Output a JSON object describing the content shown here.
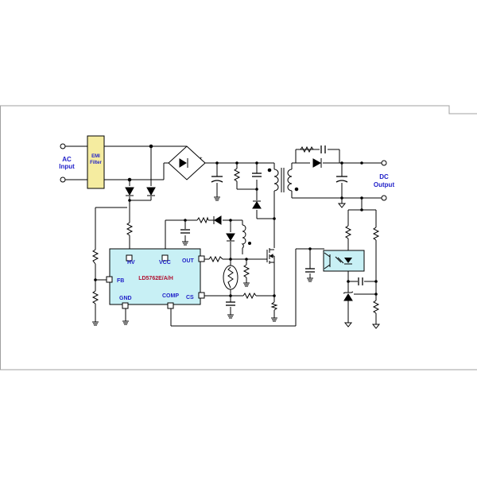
{
  "labels": {
    "ac_input_line1": "AC",
    "ac_input_line2": "Input",
    "emi_line1": "EMI",
    "emi_line2": "Filter",
    "dc_output_line1": "DC",
    "dc_output_line2": "Output",
    "ic_part_number": "LD5762E/A/H"
  },
  "ic_pins": {
    "hv": "HV",
    "vcc": "VCC",
    "out": "OUT",
    "fb": "FB",
    "gnd": "GND",
    "comp": "COMP",
    "cs": "CS"
  },
  "colors": {
    "label_blue": "#1e1ec8",
    "ic_fill": "#c8f0f5",
    "emi_fill": "#f5eca0",
    "ic_text": "#b01030",
    "opto_fill": "#c8f0f5",
    "wire": "#000000",
    "border": "#a0a0a0"
  }
}
